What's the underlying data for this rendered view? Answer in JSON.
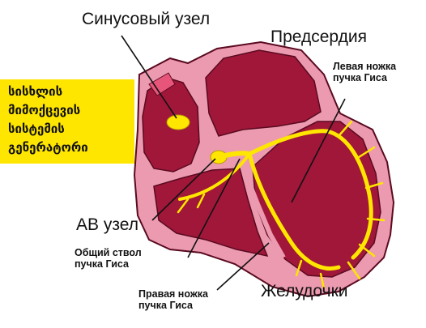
{
  "labels": {
    "sinus_node": "Синусовый узел",
    "atria": "Предсердия",
    "left_bundle": [
      "Левая ножка",
      "пучка Гиса"
    ],
    "av_node": "АВ узел",
    "common_trunk": [
      "Общий ствол",
      "пучка Гиса"
    ],
    "right_bundle": [
      "Правая ножка",
      "пучка Гиса"
    ],
    "ventricles": "Желудочки"
  },
  "callout": {
    "lines": [
      "სისხლის",
      "მიმოქცევის",
      "სისტემის",
      "გენერატორი"
    ]
  },
  "colors": {
    "muscle": "#a0173a",
    "muscle_outline": "#5a0a20",
    "lining": "#e892a8",
    "conduction": "#ffe600",
    "callout_bg": "#ffe600"
  }
}
